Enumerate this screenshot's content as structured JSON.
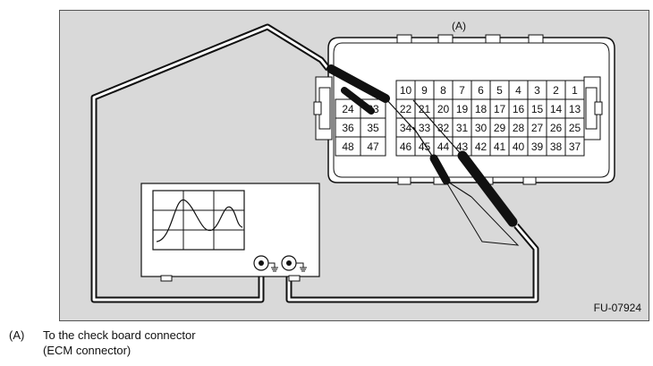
{
  "diagram": {
    "connector_label": "(A)",
    "figure_code": "FU-07924",
    "pins": [
      [
        "10",
        "9",
        "8",
        "7",
        "6",
        "5",
        "4",
        "3",
        "2",
        "1"
      ],
      [
        "24",
        "23",
        "22",
        "21",
        "20",
        "19",
        "18",
        "17",
        "16",
        "15",
        "14",
        "13"
      ],
      [
        "36",
        "35",
        "34",
        "33",
        "32",
        "31",
        "30",
        "29",
        "28",
        "27",
        "26",
        "25"
      ],
      [
        "48",
        "47",
        "46",
        "45",
        "44",
        "43",
        "42",
        "41",
        "40",
        "39",
        "38",
        "37"
      ]
    ]
  },
  "legend": {
    "key": "(A)",
    "line1": "To the check board connector",
    "line2": "(ECM connector)"
  }
}
